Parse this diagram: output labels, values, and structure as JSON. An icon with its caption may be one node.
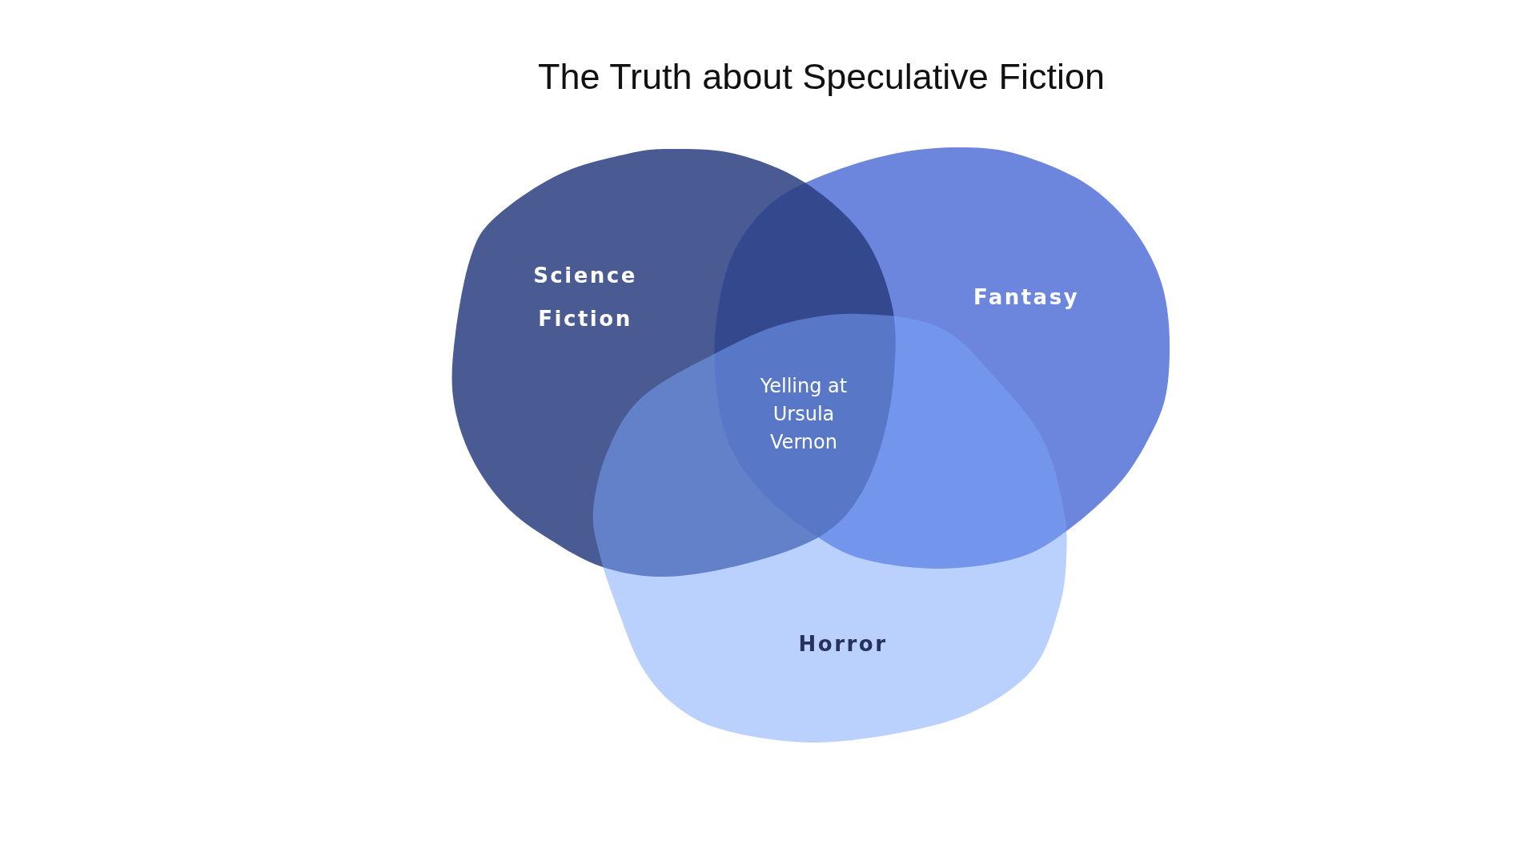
{
  "diagram": {
    "title": "The Truth about Speculative Fiction",
    "nodes": [
      {
        "text": [
          "Science Fiction"
        ]
      },
      {
        "text": [
          "Fantasy"
        ]
      },
      {
        "text": [
          "Horror"
        ]
      }
    ],
    "labels": [
      "Yelling at Ursula Vernon"
    ]
  }
}
